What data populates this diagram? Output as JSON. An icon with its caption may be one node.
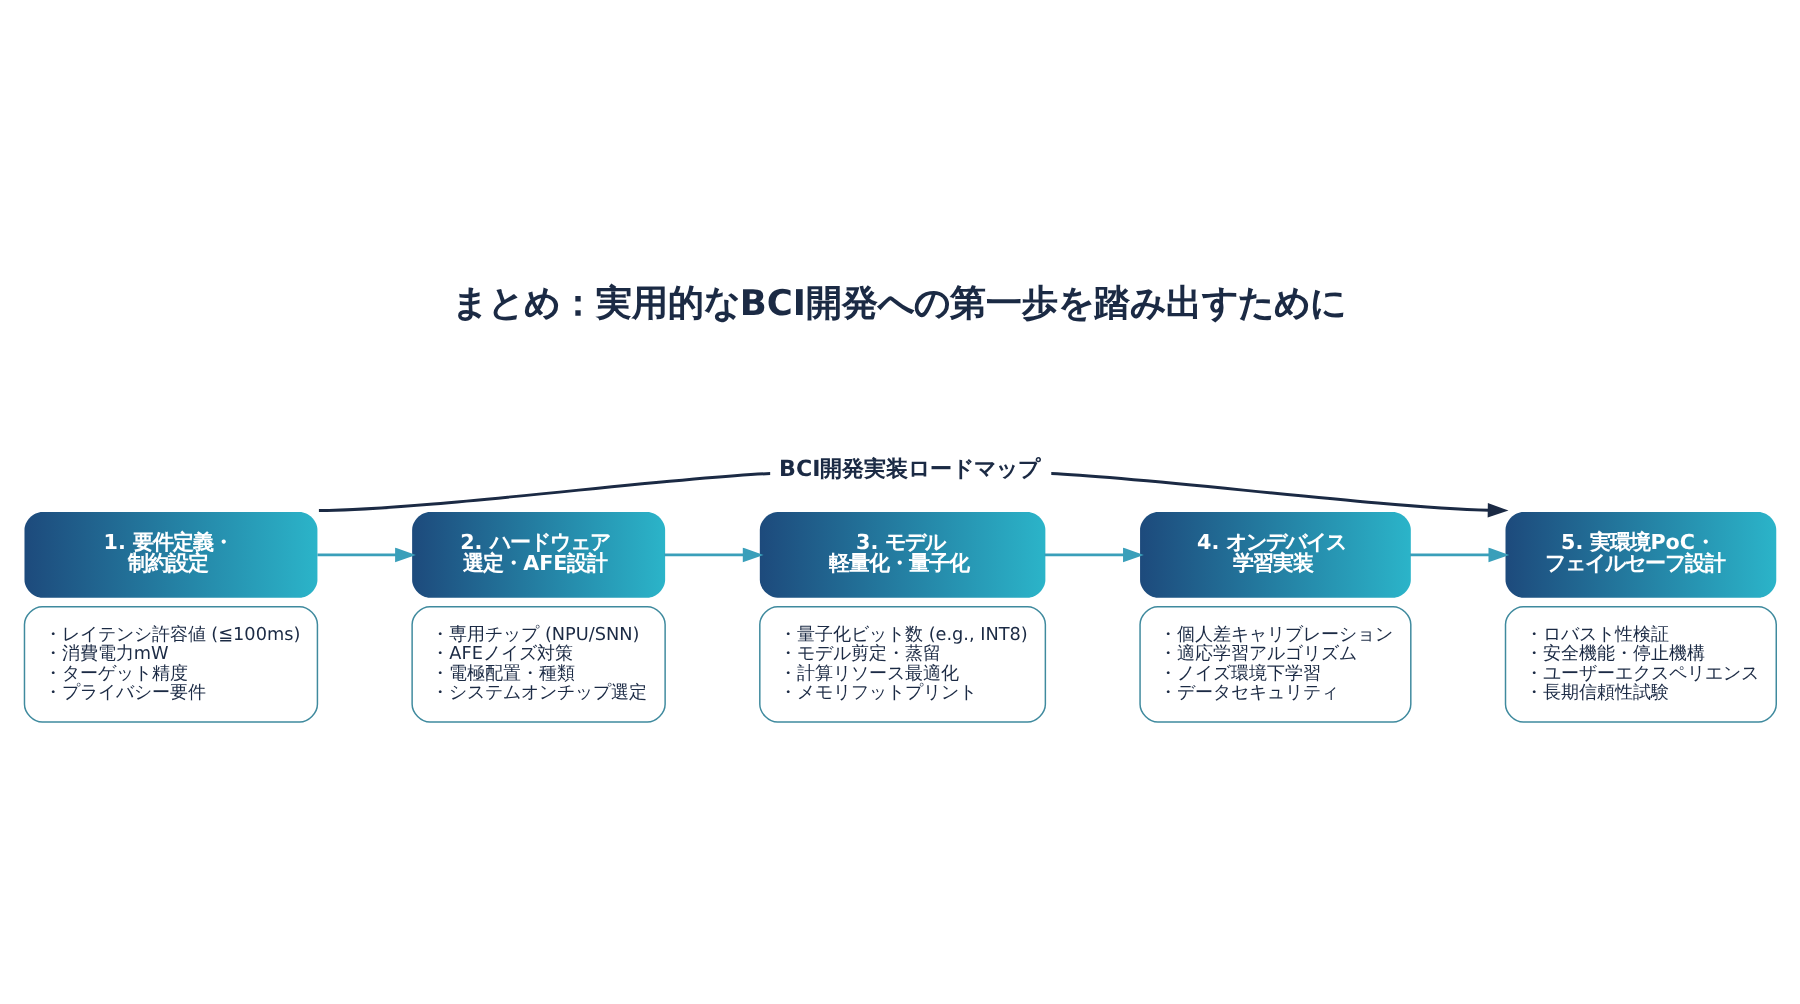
{
  "diagram": {
    "title": "まとめ：実用的なBCI開発への第一歩を踏み出すために",
    "nodes": [
      {
        "text": [
          "1. 要件定義・制約設定",
          "・レイテンシ許容値 (≦100ms)",
          "・消費電力mW",
          "・ターゲット精度",
          "・プライバシー要件"
        ]
      },
      {
        "text": [
          "2. ハードウェア選定・AFE設計",
          "・専用チップ (NPU/SNN)",
          "・AFEノイズ対策",
          "・電極配置・種類",
          "・システムオンチップ選定"
        ]
      },
      {
        "text": [
          "3. モデル軽量化・量子化",
          "・量子化ビット数 (e.g., INT8)",
          "・モデル剪定・蒸留",
          "・計算リソース最適化",
          "・メモリフットプリント"
        ]
      },
      {
        "text": [
          "4. オンデバイス学習実装",
          "・個人差キャリブレーション",
          "・適応学習アルゴリズム",
          "・ノイズ環境下学習",
          "・データセキュリティ"
        ]
      },
      {
        "text": [
          "5. 実環境PoC・フェイルセーフ設計",
          "・ロバスト性検証",
          "・安全機能・停止機構",
          "・ユーザーエクスペリエンス",
          "・長期信頼性試験"
        ]
      }
    ],
    "edges": [
      {
        "from": 0,
        "to": 1,
        "arrow": "to"
      },
      {
        "from": 1,
        "to": 2,
        "arrow": "to"
      },
      {
        "from": 2,
        "to": 3,
        "arrow": "to"
      },
      {
        "from": 3,
        "to": 4,
        "arrow": "to"
      },
      {
        "from": 0,
        "to": 4,
        "arrow": "to",
        "label": "BCI開発実装ロードマップ",
        "color": "#1b2a44"
      }
    ]
  }
}
